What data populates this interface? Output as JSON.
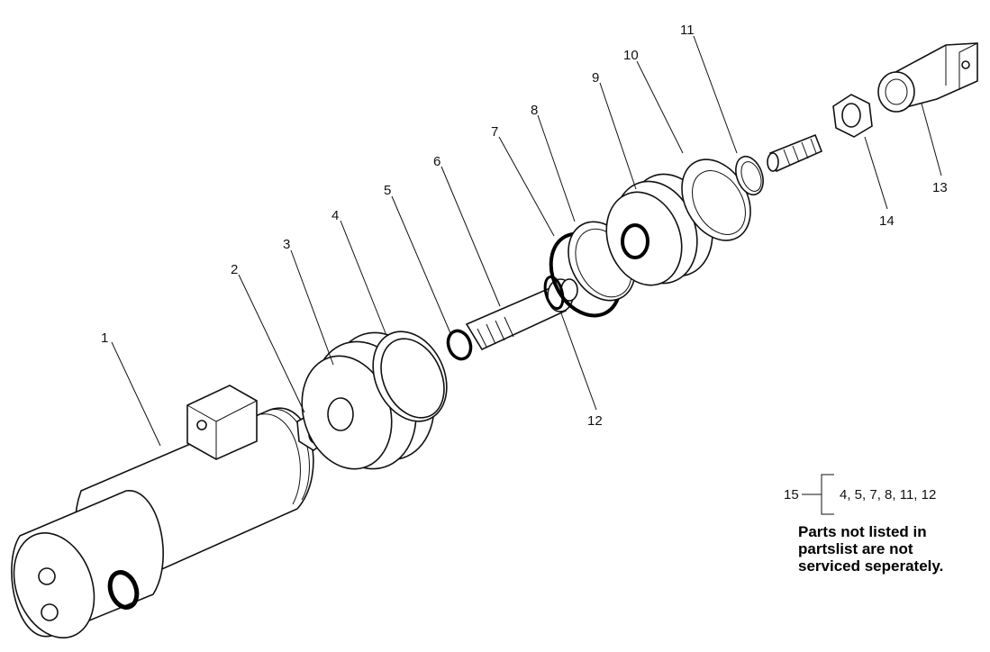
{
  "callouts": [
    {
      "id": "1",
      "label": "1"
    },
    {
      "id": "2",
      "label": "2"
    },
    {
      "id": "3",
      "label": "3"
    },
    {
      "id": "4",
      "label": "4"
    },
    {
      "id": "5",
      "label": "5"
    },
    {
      "id": "6",
      "label": "6"
    },
    {
      "id": "7",
      "label": "7"
    },
    {
      "id": "8",
      "label": "8"
    },
    {
      "id": "9",
      "label": "9"
    },
    {
      "id": "10",
      "label": "10"
    },
    {
      "id": "11",
      "label": "11"
    },
    {
      "id": "12",
      "label": "12"
    },
    {
      "id": "13",
      "label": "13"
    },
    {
      "id": "14",
      "label": "14"
    }
  ],
  "kit": {
    "number": "15",
    "parts": "4, 5, 7, 8, 11, 12"
  },
  "note": {
    "line1": "Parts not listed in",
    "line2": "partslist are not",
    "line3": "serviced seperately."
  }
}
